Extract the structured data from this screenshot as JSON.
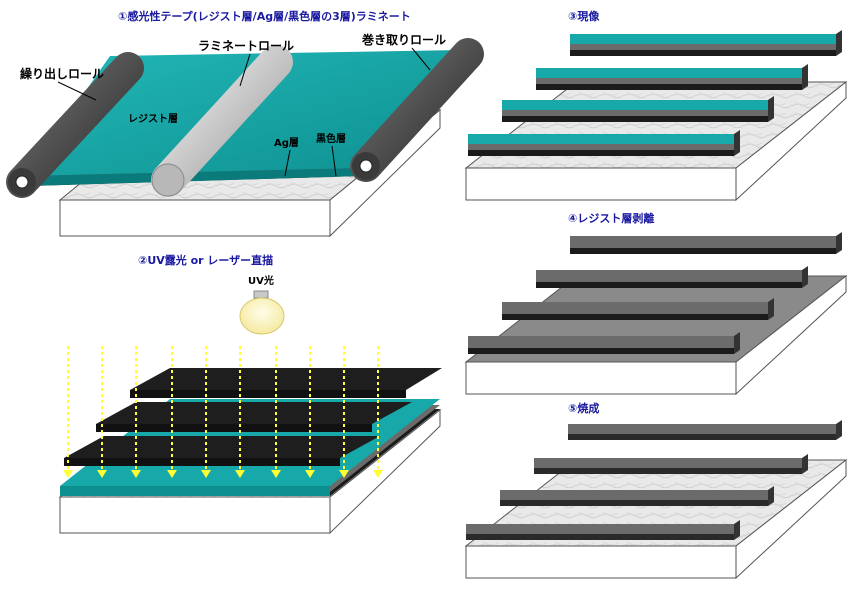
{
  "colors": {
    "title": "#1a1aa0",
    "resist": "#17a9a9",
    "resist_light": "#3fd2d2",
    "ag": "#6b6b6b",
    "black": "#1b1b1b",
    "roll_dark": "#4a4a4a",
    "beam": "#ffff33"
  },
  "titles": {
    "step1": "①感光性テープ(レジスト層/Ag層/黒色層の3層)ラミネート",
    "step2": "②UV露光 or レーザー直描",
    "step3": "③現像",
    "step4": "④レジスト層剥離",
    "step5": "⑤焼成"
  },
  "labels": {
    "feed_roll": "繰り出しロール",
    "laminate_roll": "ラミネートロール",
    "takeup_roll": "巻き取りロール",
    "resist_layer": "レジスト層",
    "ag_layer": "Ag層",
    "black_layer": "黒色層",
    "uv_light": "UV光"
  }
}
